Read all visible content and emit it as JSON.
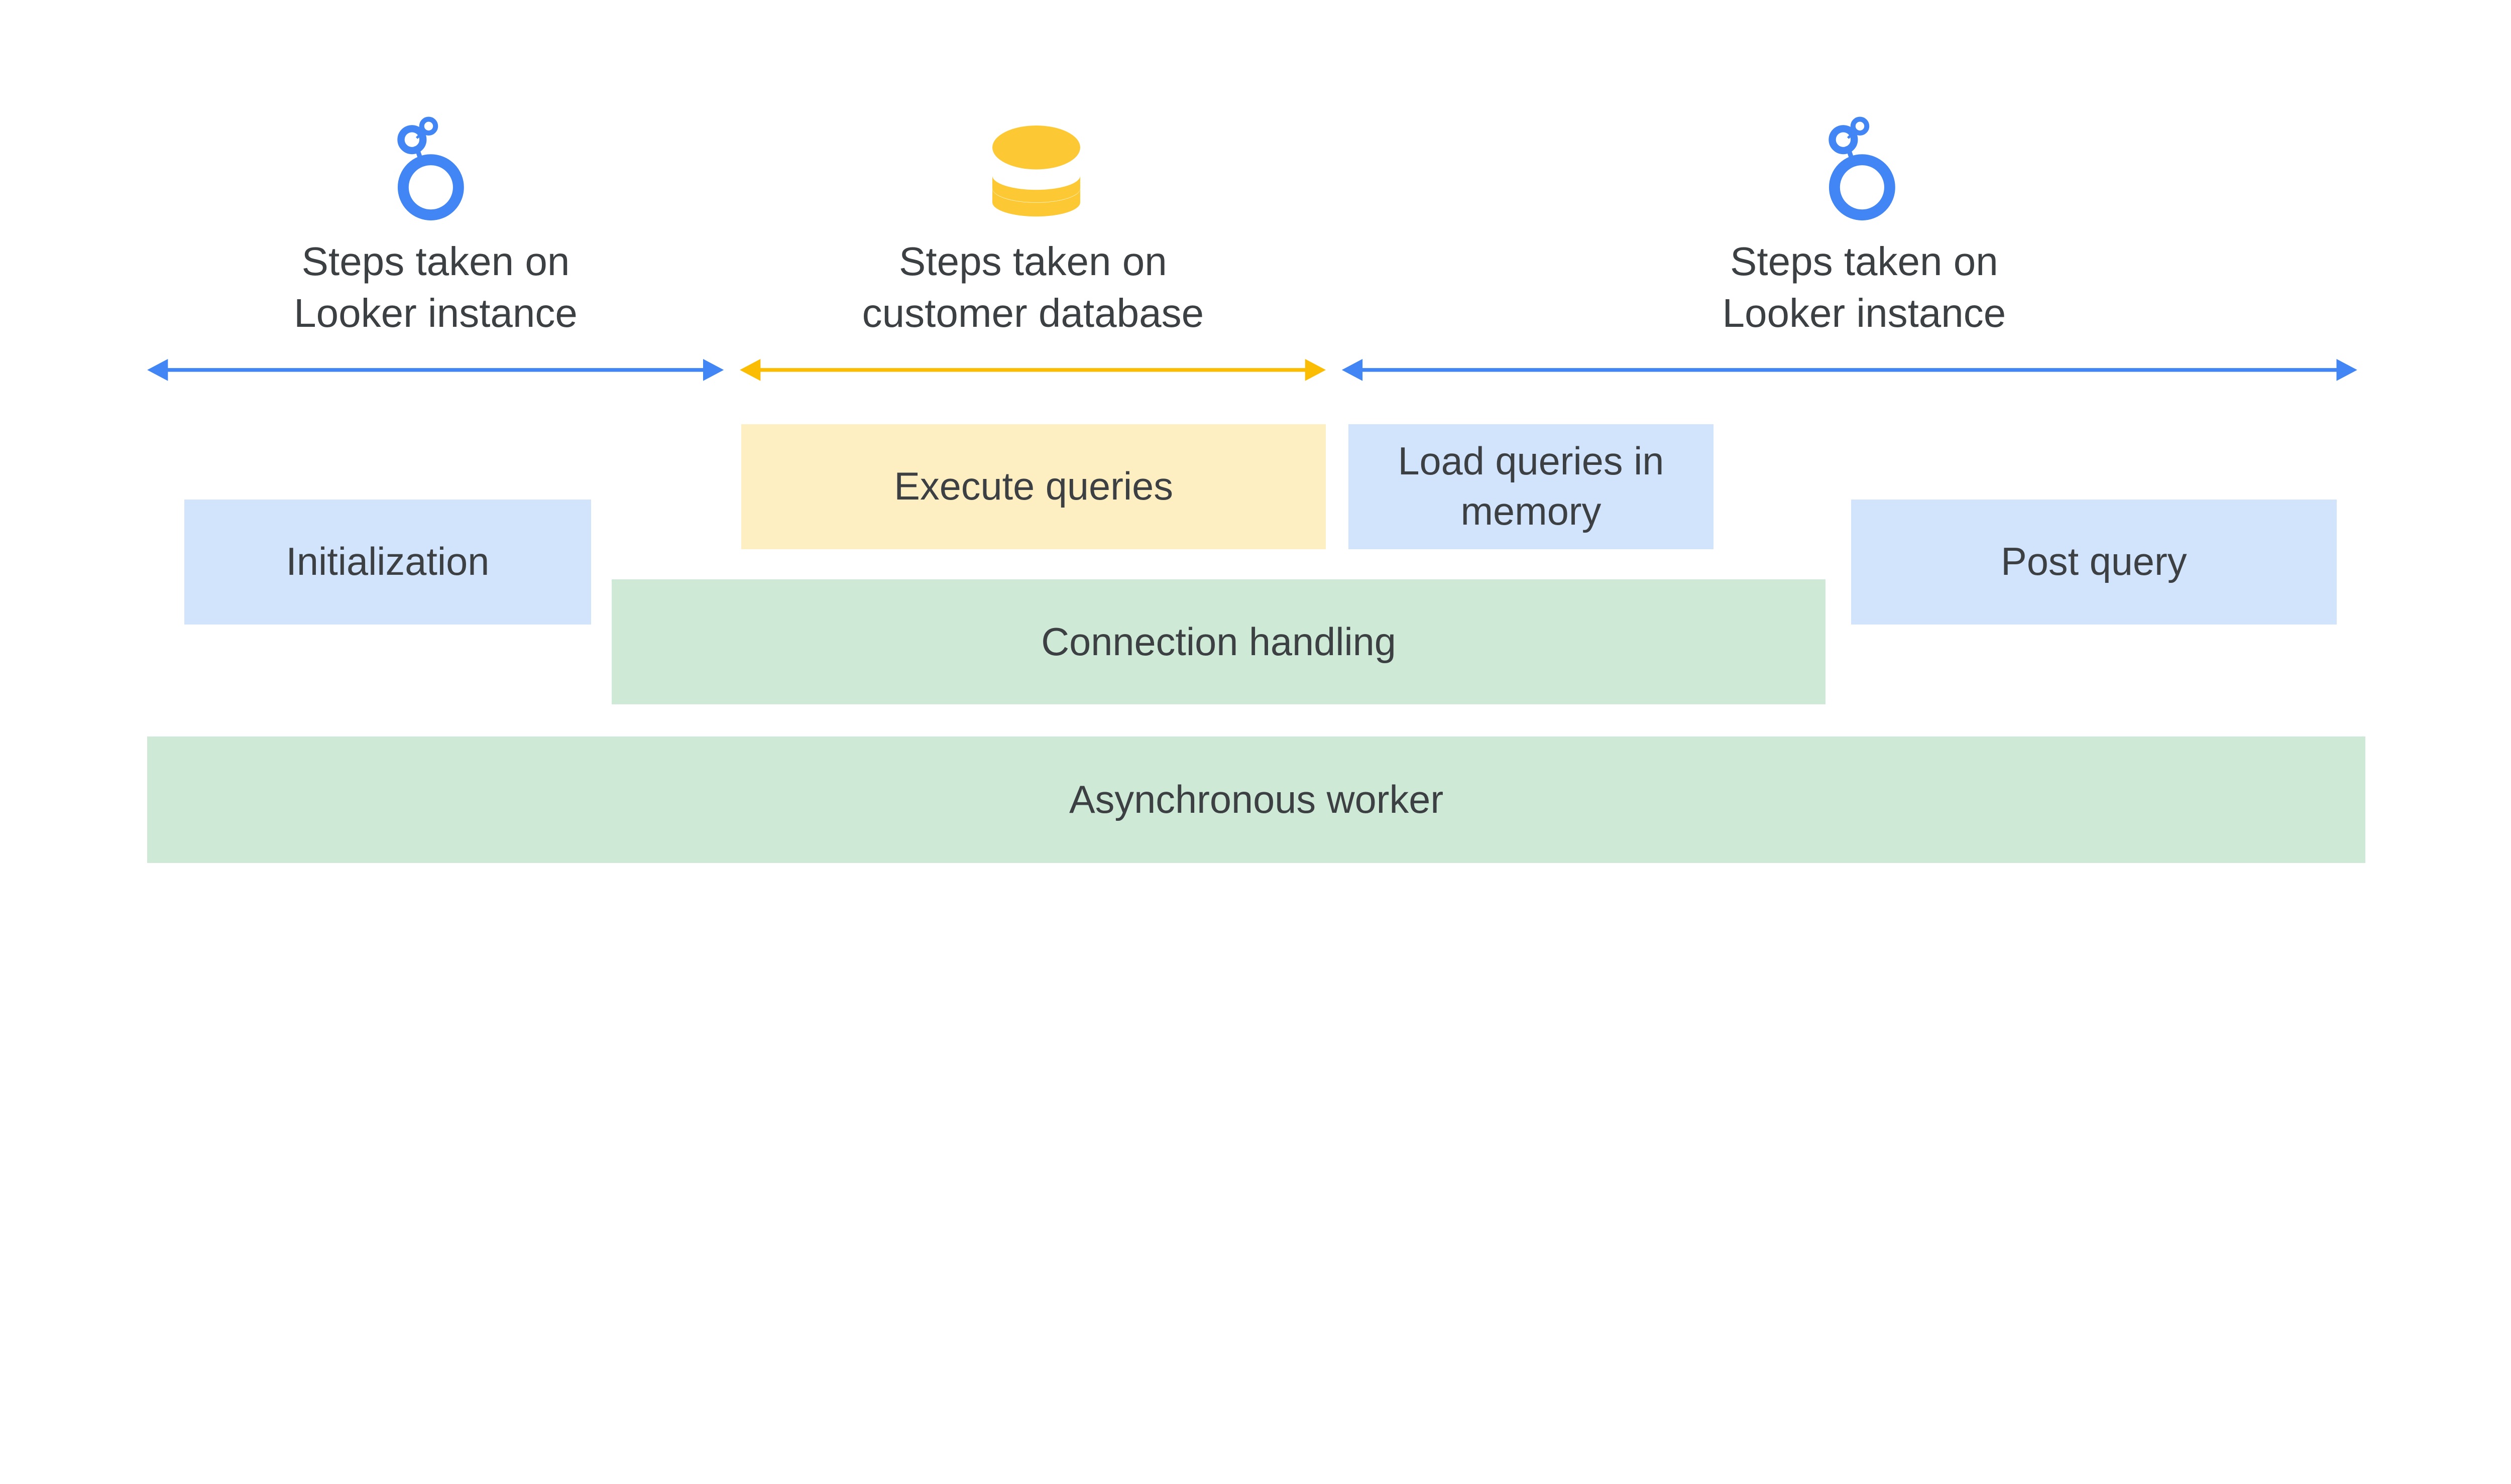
{
  "colors": {
    "looker_blue": "#4285F4",
    "database_yellow": "#FBBC04",
    "looker_box": "#D2E3FC",
    "database_box": "#FEEFC3",
    "shared_box": "#CEEAD6",
    "text": "#3C4043"
  },
  "sections": [
    {
      "icon": "looker-logo-icon",
      "line1": "Steps taken on",
      "line2": "Looker instance"
    },
    {
      "icon": "database-icon",
      "line1": "Steps taken on",
      "line2": "customer database"
    },
    {
      "icon": "looker-logo-icon",
      "line1": "Steps taken on",
      "line2": "Looker instance"
    }
  ],
  "boxes": {
    "initialization": "Initialization",
    "execute_queries": "Execute queries",
    "load_queries_line1": "Load queries in",
    "load_queries_line2": "memory",
    "post_query": "Post query",
    "connection_handling": "Connection handling",
    "asynchronous_worker": "Asynchronous worker"
  }
}
